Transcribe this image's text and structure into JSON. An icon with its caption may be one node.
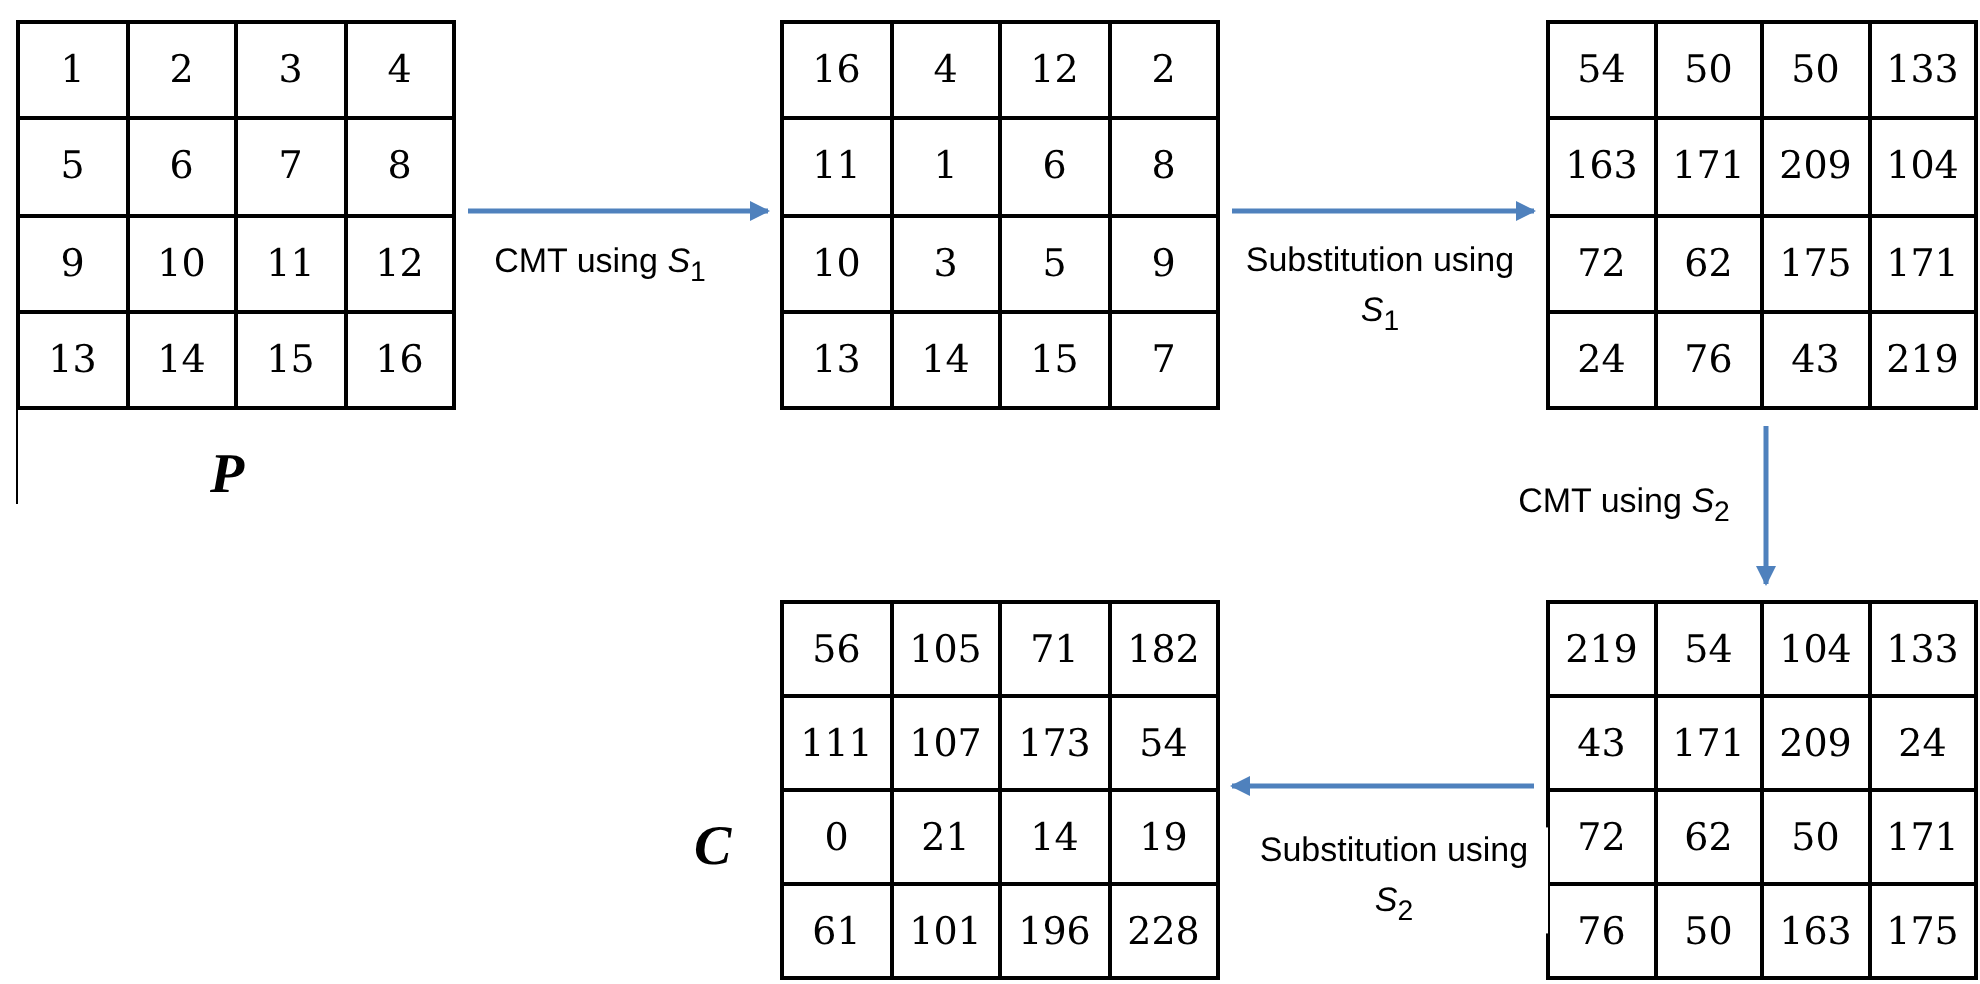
{
  "diagram": {
    "nodes": [
      {
        "text": [
          "1",
          "2",
          "3",
          "4",
          "5",
          "6",
          "7",
          "8",
          "9",
          "10",
          "11",
          "12",
          "13",
          "14",
          "15",
          "16"
        ],
        "beside": [
          "P"
        ]
      },
      {
        "text": [
          "16",
          "4",
          "12",
          "2",
          "11",
          "1",
          "6",
          "8",
          "10",
          "3",
          "5",
          "9",
          "13",
          "14",
          "15",
          "7"
        ]
      },
      {
        "text": [
          "54",
          "50",
          "50",
          "133",
          "163",
          "171",
          "209",
          "104",
          "72",
          "62",
          "175",
          "171",
          "24",
          "76",
          "43",
          "219"
        ]
      },
      {
        "text": [
          "219",
          "54",
          "104",
          "133",
          "43",
          "171",
          "209",
          "24",
          "72",
          "62",
          "50",
          "171",
          "76",
          "50",
          "163",
          "175"
        ]
      },
      {
        "text": [
          "56",
          "105",
          "71",
          "182",
          "111",
          "107",
          "173",
          "54",
          "0",
          "21",
          "14",
          "19",
          "61",
          "101",
          "196",
          "228"
        ],
        "beside": [
          "C"
        ]
      }
    ],
    "edges": [
      {
        "from": 0,
        "to": 1,
        "arrow": "to",
        "label": "CMT using *S*$_{1}$"
      },
      {
        "from": 1,
        "to": 2,
        "arrow": "to",
        "label": "Substitution using *S*$_{1}$"
      },
      {
        "from": 2,
        "to": 3,
        "arrow": "to",
        "label": "CMT using *S*$_{2}$"
      },
      {
        "from": 3,
        "to": 4,
        "arrow": "to",
        "label": "Substitution using *S*$_{2}$"
      }
    ]
  }
}
